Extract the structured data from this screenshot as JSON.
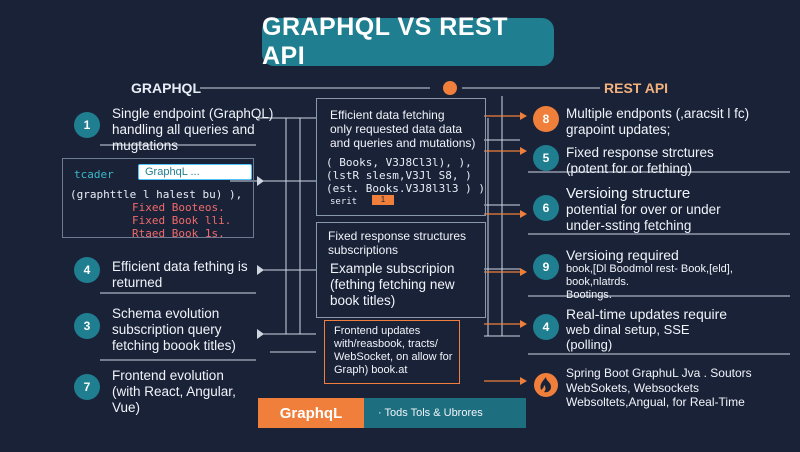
{
  "title": "GRAPHQL VS REST API",
  "left_header": "GRAPHQL",
  "right_header": "REST API",
  "left_items": [
    {
      "badge": "1",
      "lines": [
        "Single endpoint  (GraphQL)",
        "handling all queries and",
        "mugtations"
      ]
    },
    {
      "badge": "4",
      "lines": [
        "Efficient data fething is",
        "returned"
      ]
    },
    {
      "badge": "3",
      "lines": [
        "Schema evolution",
        "subscription query",
        "fetching boook titles)"
      ]
    },
    {
      "badge": "7",
      "lines": [
        "Frontend evolution",
        "(with React, Angular,",
        "Vue)"
      ]
    }
  ],
  "code_panel": {
    "label": "tcader",
    "input": "GraphqL  ...",
    "lines": [
      "(graphttle l  halest  bu) ),",
      "Fixed  Booteos.",
      "Fixed  Book  lli.",
      "Rtaed  Book  1s."
    ]
  },
  "center_top": {
    "lines": [
      "Efficient data fetching",
      "only requested data data",
      "and queries and mutations)"
    ],
    "code": [
      "( Books, V3J8Cl3l),  ),",
      "(lstR  slesm,V3Jl S8,  )",
      "(est. Books.V3J8l3l3 ) )"
    ],
    "footer": "serit",
    "footer_tag": "1"
  },
  "center_mid": {
    "lines": [
      "Fixed response structures",
      "subscriptions"
    ],
    "lines2": [
      "Example subscripion",
      "(fething  fetching new",
      "book titles)"
    ]
  },
  "center_low": {
    "lines": [
      "Frontend updates",
      "with/reasbook, tracts/",
      "WebSocket, on allow for",
      "Graph) book.at"
    ]
  },
  "right_items": [
    {
      "badge": "8",
      "lines": [
        "Multiple endponts  (,aracsit l  fc)",
        "grapoint updates;"
      ]
    },
    {
      "badge": "5",
      "lines": [
        "Fixed response strctures",
        "(potent for  or fething)"
      ]
    },
    {
      "badge": "6",
      "lines": [
        "Versioing structure",
        "potential for over or under",
        "under-ssting fetching"
      ]
    },
    {
      "badge": "9",
      "lines": [
        "Versioing required",
        "book,[Dl  Boodmol  rest- Book,[eld],",
        "book,nlatrds.",
        "Bootings."
      ]
    },
    {
      "badge": "4",
      "lines": [
        "Real-time updates require",
        "web dinal setup,  SSE",
        "(polling)"
      ]
    },
    {
      "badge": "",
      "lines": [
        "Spring Boot  GraphuL  Jva . Soutors",
        "WebSokets, Websockets",
        "Websoltets,Angual, for Real-Time"
      ]
    }
  ],
  "bottom_bar": {
    "pill": "GraphqL",
    "tools": "·  Tods Tols & Ubrores"
  },
  "colors": {
    "background": "#1a2238",
    "teal": "#1f7e8f",
    "orange": "#ef7f3a"
  }
}
